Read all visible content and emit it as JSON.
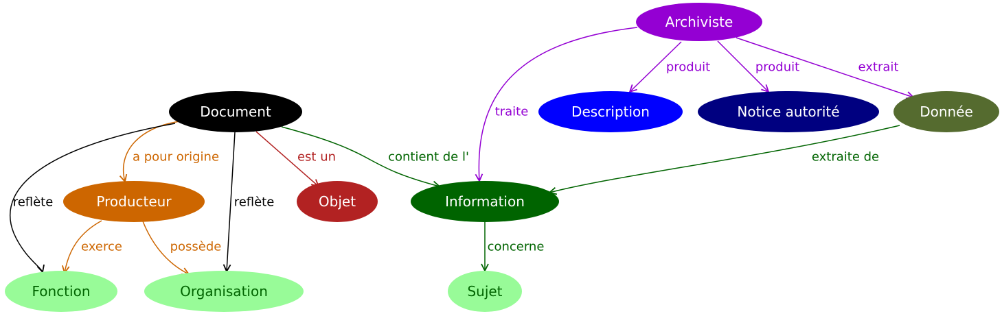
{
  "nodes": {
    "archiviste": {
      "label": "Archiviste",
      "fill": "#9400d3",
      "text_color": "#ffffff"
    },
    "document": {
      "label": "Document",
      "fill": "#000000",
      "text_color": "#ffffff"
    },
    "description": {
      "label": "Description",
      "fill": "#0000ff",
      "text_color": "#ffffff"
    },
    "notice_autorite": {
      "label": "Notice autorité",
      "fill": "#000080",
      "text_color": "#ffffff"
    },
    "donnee": {
      "label": "Donnée",
      "fill": "#556b2f",
      "text_color": "#ffffff"
    },
    "producteur": {
      "label": "Producteur",
      "fill": "#cd6600",
      "text_color": "#ffffff"
    },
    "objet": {
      "label": "Objet",
      "fill": "#b22222",
      "text_color": "#ffffff"
    },
    "information": {
      "label": "Information",
      "fill": "#006400",
      "text_color": "#ffffff"
    },
    "fonction": {
      "label": "Fonction",
      "fill": "#98fb98",
      "text_color": "#006400"
    },
    "organisation": {
      "label": "Organisation",
      "fill": "#98fb98",
      "text_color": "#006400"
    },
    "sujet": {
      "label": "Sujet",
      "fill": "#98fb98",
      "text_color": "#006400"
    }
  },
  "edges": {
    "archiviste_description": {
      "label": "produit",
      "color": "#9400d3"
    },
    "archiviste_notice": {
      "label": "produit",
      "color": "#9400d3"
    },
    "archiviste_donnee": {
      "label": "extrait",
      "color": "#9400d3"
    },
    "archiviste_information": {
      "label": "traite",
      "color": "#9400d3"
    },
    "document_producteur": {
      "label": "a pour origine",
      "color": "#cd6600"
    },
    "document_fonction": {
      "label": "reflète",
      "color": "#000000"
    },
    "document_organisation": {
      "label": "reflète",
      "color": "#000000"
    },
    "document_objet": {
      "label": "est un",
      "color": "#b22222"
    },
    "document_information": {
      "label": "contient de l'",
      "color": "#006400"
    },
    "donnee_information": {
      "label": "extraite de",
      "color": "#006400"
    },
    "producteur_fonction": {
      "label": "exerce",
      "color": "#cd6600"
    },
    "producteur_organisation": {
      "label": "possède",
      "color": "#cd6600"
    },
    "information_sujet": {
      "label": "concerne",
      "color": "#006400"
    }
  }
}
